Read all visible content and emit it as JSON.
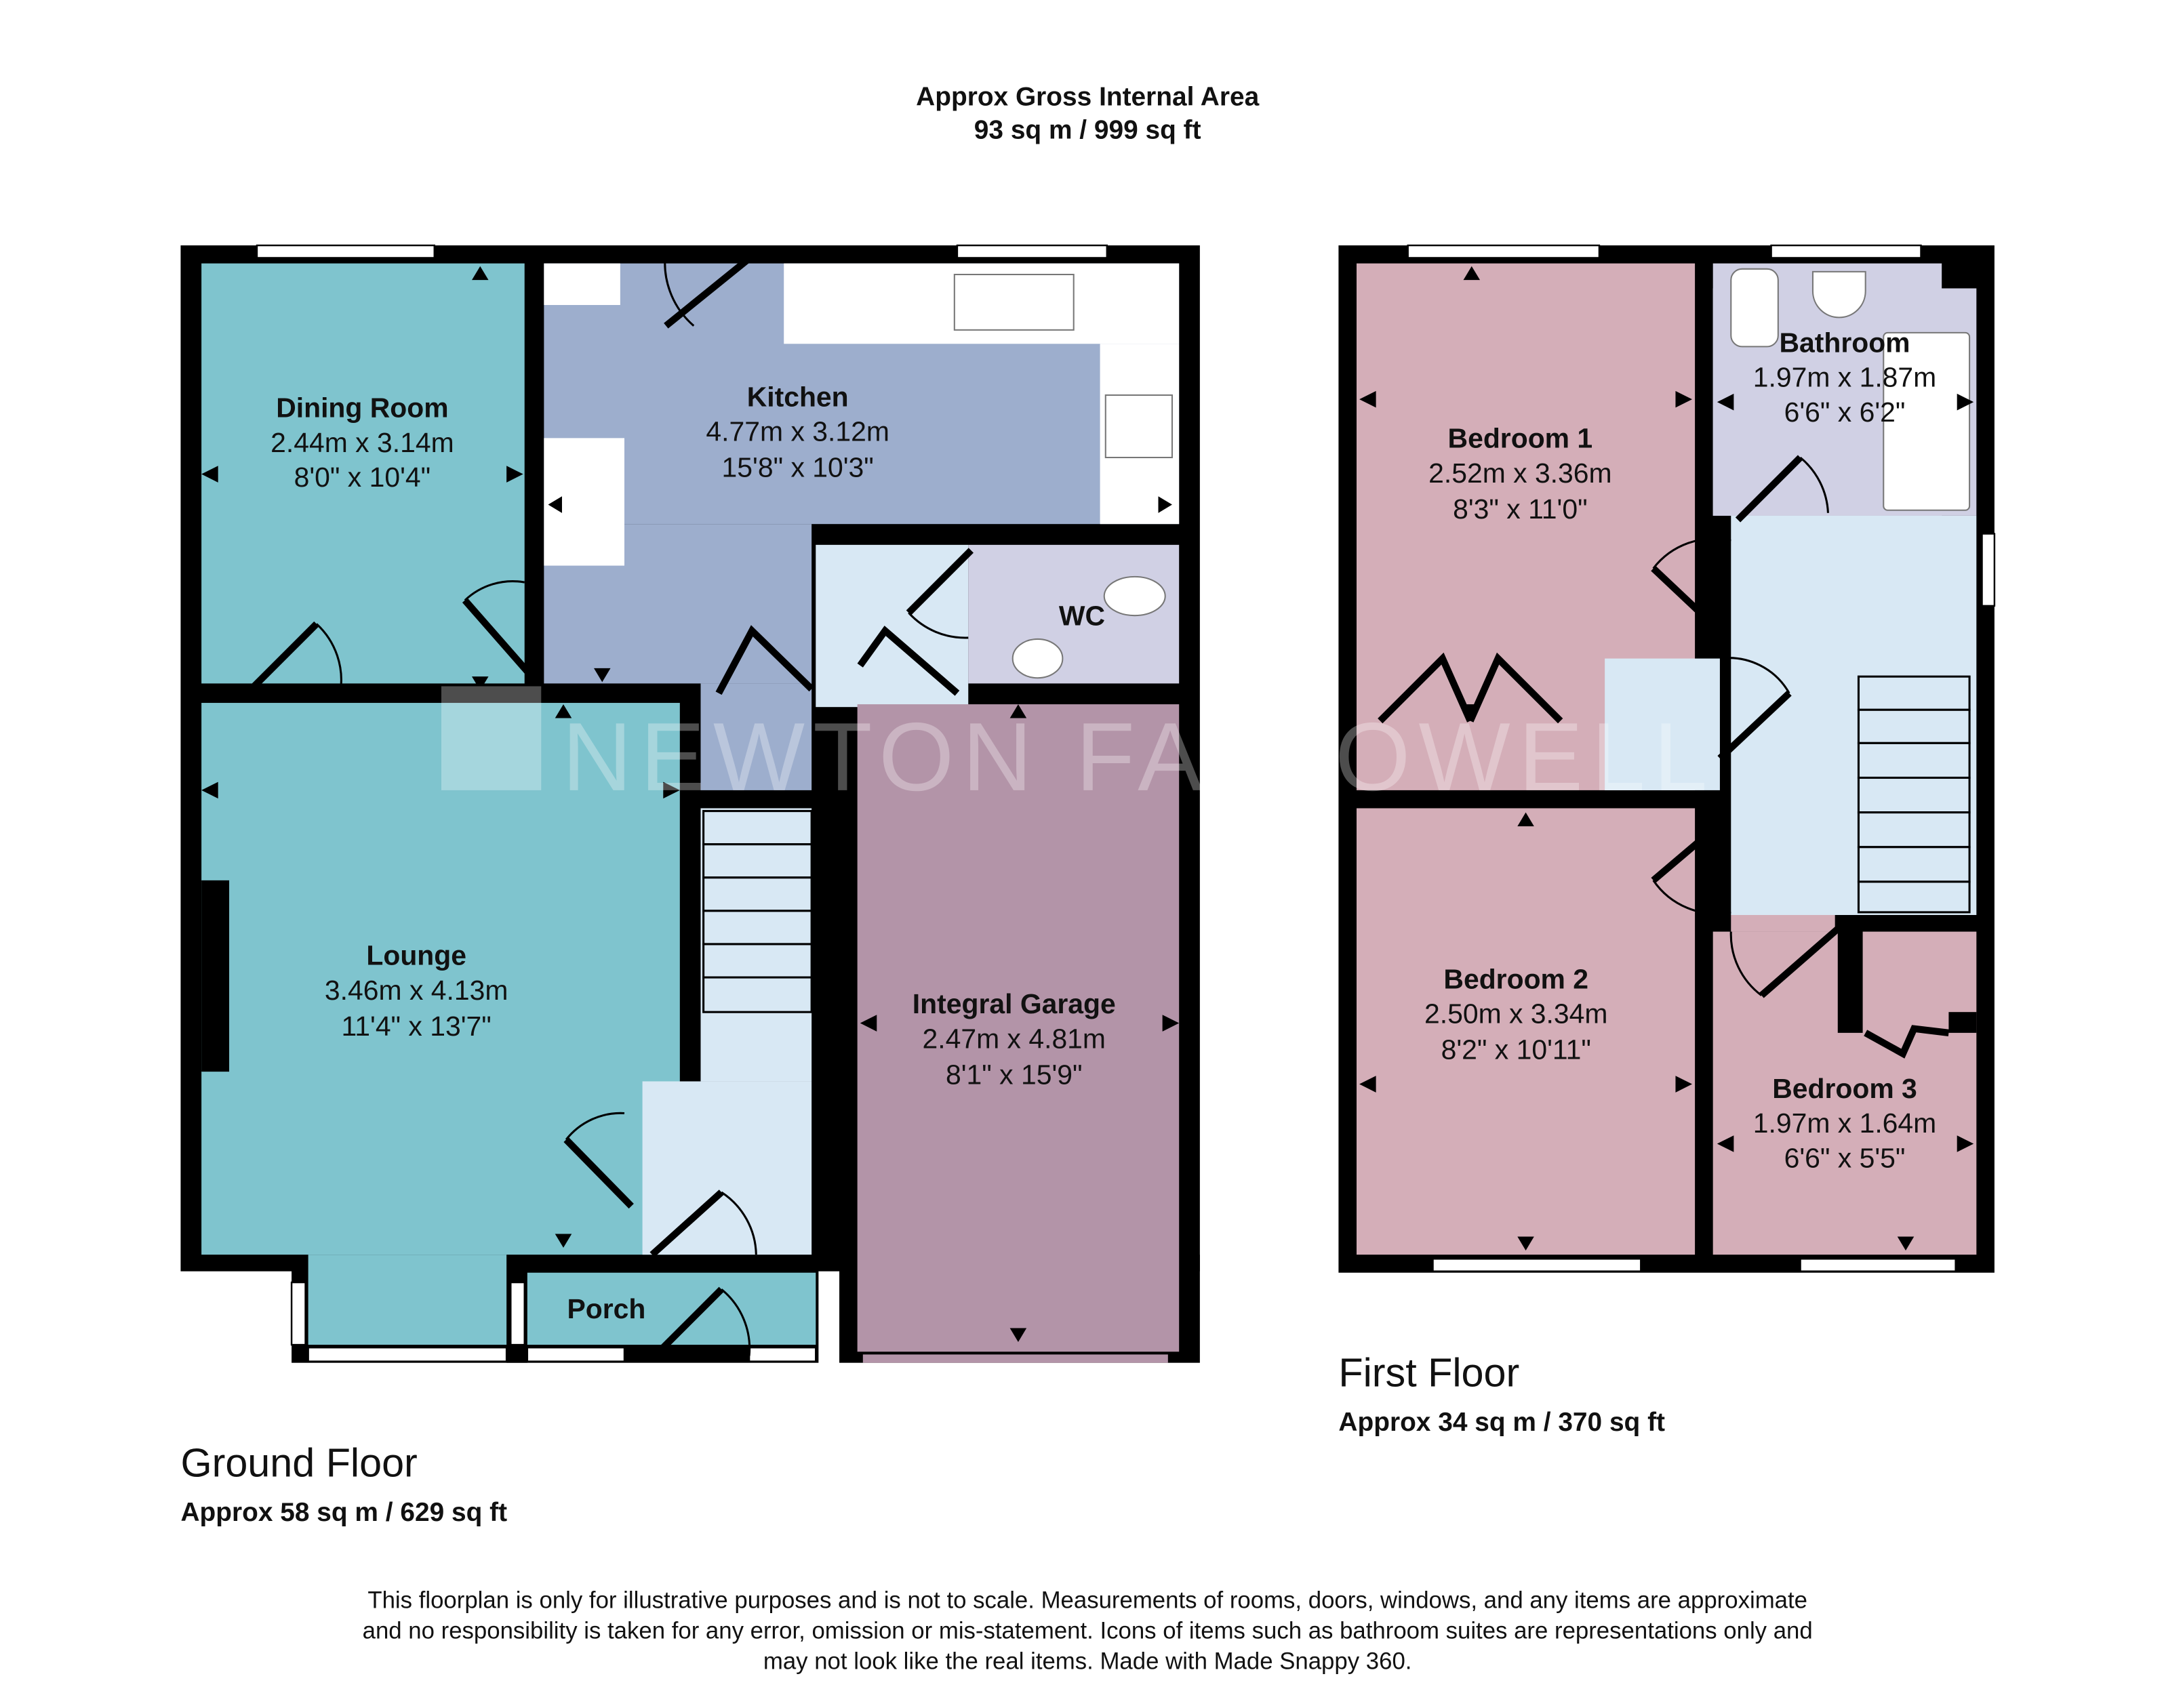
{
  "header": {
    "title": "Approx Gross Internal Area",
    "area": "93 sq m / 999 sq ft"
  },
  "watermark": "NEWTON FALLOWELL",
  "colors": {
    "living": "#7fc4ce",
    "kitchen": "#9daecd",
    "wc_bath": "#d0d0e4",
    "hall": "#d8e8f4",
    "garage": "#b394a8",
    "bedroom": "#d4aeb8",
    "wall": "#000000"
  },
  "ground_floor": {
    "label": "Ground Floor",
    "area": "Approx 58 sq m / 629 sq ft",
    "rooms": {
      "dining": {
        "name": "Dining Room",
        "metric": "2.44m x 3.14m",
        "imperial": "8'0\" x 10'4\""
      },
      "kitchen": {
        "name": "Kitchen",
        "metric": "4.77m x 3.12m",
        "imperial": "15'8\" x 10'3\""
      },
      "wc": {
        "name": "WC"
      },
      "lounge": {
        "name": "Lounge",
        "metric": "3.46m x 4.13m",
        "imperial": "11'4\" x 13'7\""
      },
      "garage": {
        "name": "Integral Garage",
        "metric": "2.47m x 4.81m",
        "imperial": "8'1\" x 15'9\""
      },
      "porch": {
        "name": "Porch"
      }
    }
  },
  "first_floor": {
    "label": "First Floor",
    "area": "Approx 34 sq m / 370 sq ft",
    "rooms": {
      "bedroom1": {
        "name": "Bedroom 1",
        "metric": "2.52m x 3.36m",
        "imperial": "8'3\" x 11'0\""
      },
      "bathroom": {
        "name": "Bathroom",
        "metric": "1.97m x 1.87m",
        "imperial": "6'6\" x 6'2\""
      },
      "bedroom2": {
        "name": "Bedroom 2",
        "metric": "2.50m x 3.34m",
        "imperial": "8'2\" x 10'11\""
      },
      "bedroom3": {
        "name": "Bedroom 3",
        "metric": "1.97m x 1.64m",
        "imperial": "6'6\" x 5'5\""
      }
    }
  },
  "disclaimer": [
    "This floorplan is only for illustrative purposes and is not to scale. Measurements of rooms, doors, windows, and any items are approximate",
    "and no responsibility is taken for any error, omission or mis-statement. Icons of items such as bathroom suites are representations only and",
    "may not look like the real items. Made with Made Snappy 360."
  ]
}
